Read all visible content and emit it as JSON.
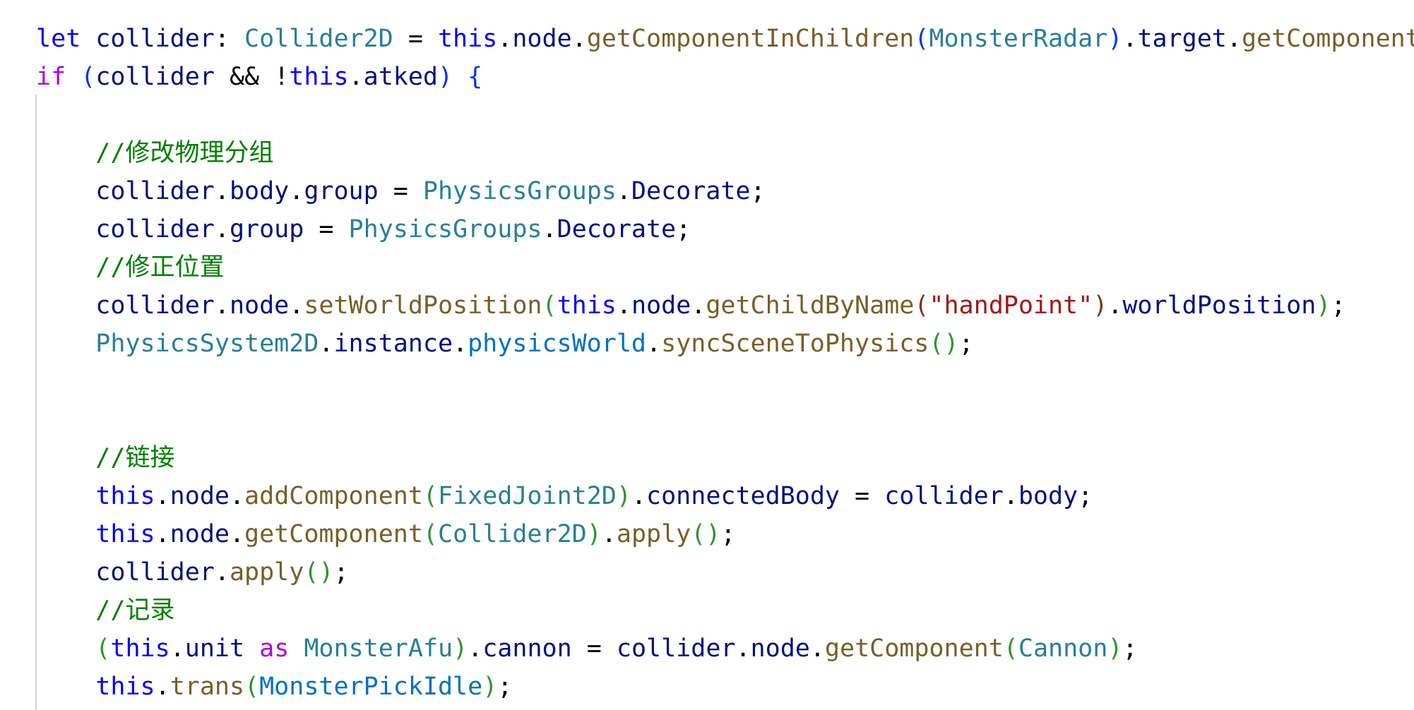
{
  "editor": {
    "lines": [
      [
        [
          "let",
          "kw"
        ],
        [
          " ",
          "pl"
        ],
        [
          "collider",
          "var"
        ],
        [
          ": ",
          "pl"
        ],
        [
          "Collider2D",
          "typ"
        ],
        [
          " = ",
          "pl"
        ],
        [
          "this",
          "kw"
        ],
        [
          ".",
          "pl"
        ],
        [
          "node",
          "var"
        ],
        [
          ".",
          "pl"
        ],
        [
          "getComponentInChildren",
          "fn"
        ],
        [
          "(",
          "p1"
        ],
        [
          "MonsterRadar",
          "typ"
        ],
        [
          ")",
          "p1"
        ],
        [
          ".",
          "pl"
        ],
        [
          "target",
          "var"
        ],
        [
          ".",
          "pl"
        ],
        [
          "getComponent",
          "fn"
        ]
      ],
      [
        [
          "if",
          "ctl"
        ],
        [
          " ",
          "pl"
        ],
        [
          "(",
          "p1"
        ],
        [
          "collider",
          "var"
        ],
        [
          " && !",
          "pl"
        ],
        [
          "this",
          "kw"
        ],
        [
          ".",
          "pl"
        ],
        [
          "atked",
          "var"
        ],
        [
          ")",
          "p1"
        ],
        [
          " ",
          "pl"
        ],
        [
          "{",
          "p1"
        ]
      ],
      [],
      [
        [
          "    ",
          "pl"
        ],
        [
          "//修改物理分组",
          "cm"
        ]
      ],
      [
        [
          "    ",
          "pl"
        ],
        [
          "collider",
          "var"
        ],
        [
          ".",
          "pl"
        ],
        [
          "body",
          "var"
        ],
        [
          ".",
          "pl"
        ],
        [
          "group",
          "var"
        ],
        [
          " = ",
          "pl"
        ],
        [
          "PhysicsGroups",
          "typ"
        ],
        [
          ".",
          "pl"
        ],
        [
          "Decorate",
          "var"
        ],
        [
          ";",
          "pl"
        ]
      ],
      [
        [
          "    ",
          "pl"
        ],
        [
          "collider",
          "var"
        ],
        [
          ".",
          "pl"
        ],
        [
          "group",
          "var"
        ],
        [
          " = ",
          "pl"
        ],
        [
          "PhysicsGroups",
          "typ"
        ],
        [
          ".",
          "pl"
        ],
        [
          "Decorate",
          "var"
        ],
        [
          ";",
          "pl"
        ]
      ],
      [
        [
          "    ",
          "pl"
        ],
        [
          "//修正位置",
          "cm"
        ]
      ],
      [
        [
          "    ",
          "pl"
        ],
        [
          "collider",
          "var"
        ],
        [
          ".",
          "pl"
        ],
        [
          "node",
          "var"
        ],
        [
          ".",
          "pl"
        ],
        [
          "setWorldPosition",
          "fn"
        ],
        [
          "(",
          "p2"
        ],
        [
          "this",
          "kw"
        ],
        [
          ".",
          "pl"
        ],
        [
          "node",
          "var"
        ],
        [
          ".",
          "pl"
        ],
        [
          "getChildByName",
          "fn"
        ],
        [
          "(",
          "p3"
        ],
        [
          "\"handPoint\"",
          "str"
        ],
        [
          ")",
          "p3"
        ],
        [
          ".",
          "pl"
        ],
        [
          "worldPosition",
          "var"
        ],
        [
          ")",
          "p2"
        ],
        [
          ";",
          "pl"
        ]
      ],
      [
        [
          "    ",
          "pl"
        ],
        [
          "PhysicsSystem2D",
          "typ"
        ],
        [
          ".",
          "pl"
        ],
        [
          "instance",
          "var"
        ],
        [
          ".",
          "pl"
        ],
        [
          "physicsWorld",
          "cst"
        ],
        [
          ".",
          "pl"
        ],
        [
          "syncSceneToPhysics",
          "fn"
        ],
        [
          "()",
          "p2"
        ],
        [
          ";",
          "pl"
        ]
      ],
      [],
      [],
      [
        [
          "    ",
          "pl"
        ],
        [
          "//链接",
          "cm"
        ]
      ],
      [
        [
          "    ",
          "pl"
        ],
        [
          "this",
          "kw"
        ],
        [
          ".",
          "pl"
        ],
        [
          "node",
          "var"
        ],
        [
          ".",
          "pl"
        ],
        [
          "addComponent",
          "fn"
        ],
        [
          "(",
          "p2"
        ],
        [
          "FixedJoint2D",
          "typ"
        ],
        [
          ")",
          "p2"
        ],
        [
          ".",
          "pl"
        ],
        [
          "connectedBody",
          "var"
        ],
        [
          " = ",
          "pl"
        ],
        [
          "collider",
          "var"
        ],
        [
          ".",
          "pl"
        ],
        [
          "body",
          "var"
        ],
        [
          ";",
          "pl"
        ]
      ],
      [
        [
          "    ",
          "pl"
        ],
        [
          "this",
          "kw"
        ],
        [
          ".",
          "pl"
        ],
        [
          "node",
          "var"
        ],
        [
          ".",
          "pl"
        ],
        [
          "getComponent",
          "fn"
        ],
        [
          "(",
          "p2"
        ],
        [
          "Collider2D",
          "typ"
        ],
        [
          ")",
          "p2"
        ],
        [
          ".",
          "pl"
        ],
        [
          "apply",
          "fn"
        ],
        [
          "()",
          "p2"
        ],
        [
          ";",
          "pl"
        ]
      ],
      [
        [
          "    ",
          "pl"
        ],
        [
          "collider",
          "var"
        ],
        [
          ".",
          "pl"
        ],
        [
          "apply",
          "fn"
        ],
        [
          "()",
          "p2"
        ],
        [
          ";",
          "pl"
        ]
      ],
      [
        [
          "    ",
          "pl"
        ],
        [
          "//记录",
          "cm"
        ]
      ],
      [
        [
          "    ",
          "pl"
        ],
        [
          "(",
          "p2"
        ],
        [
          "this",
          "kw"
        ],
        [
          ".",
          "pl"
        ],
        [
          "unit",
          "var"
        ],
        [
          " ",
          "pl"
        ],
        [
          "as",
          "ctl"
        ],
        [
          " ",
          "pl"
        ],
        [
          "MonsterAfu",
          "typ"
        ],
        [
          ")",
          "p2"
        ],
        [
          ".",
          "pl"
        ],
        [
          "cannon",
          "var"
        ],
        [
          " = ",
          "pl"
        ],
        [
          "collider",
          "var"
        ],
        [
          ".",
          "pl"
        ],
        [
          "node",
          "var"
        ],
        [
          ".",
          "pl"
        ],
        [
          "getComponent",
          "fn"
        ],
        [
          "(",
          "p2"
        ],
        [
          "Cannon",
          "typ"
        ],
        [
          ")",
          "p2"
        ],
        [
          ";",
          "pl"
        ]
      ],
      [
        [
          "    ",
          "pl"
        ],
        [
          "this",
          "kw"
        ],
        [
          ".",
          "pl"
        ],
        [
          "trans",
          "fn"
        ],
        [
          "(",
          "p2"
        ],
        [
          "MonsterPickIdle",
          "cst"
        ],
        [
          ")",
          "p2"
        ],
        [
          ";",
          "pl"
        ]
      ]
    ]
  }
}
